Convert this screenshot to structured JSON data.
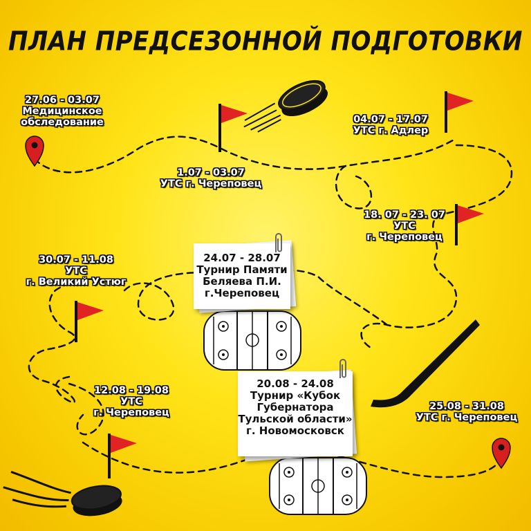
{
  "title": "ПЛАН ПРЕДСЕЗОННОЙ ПОДГОТОВКИ",
  "colors": {
    "background": "#ffe419",
    "flag": "#e02323",
    "pin": "#d81f1f",
    "ink": "#111111"
  },
  "stops": [
    {
      "lines": [
        "27.06 - 03.07",
        "Медицинское",
        "обследование"
      ]
    },
    {
      "lines": [
        "1.07 - 03.07",
        "УТС г. Череповец"
      ]
    },
    {
      "lines": [
        "04.07 - 17.07",
        "УТС г. Адлер"
      ]
    },
    {
      "lines": [
        "18. 07 - 23. 07",
        "УТС",
        "г. Череповец"
      ]
    },
    {
      "lines": [
        "24.07 - 28.07",
        "Турнир Памяти",
        "Беляева П.И.",
        "г.Череповец"
      ]
    },
    {
      "lines": [
        "30.07 - 11.08",
        "УТС",
        "г. Великий Устюг"
      ]
    },
    {
      "lines": [
        "12.08 - 19.08",
        "УТС",
        "г. Череповец"
      ]
    },
    {
      "lines": [
        "20.08 - 24.08",
        "Турнир «Кубок",
        "Губернатора",
        "Тульской области»",
        "г. Новомосковск"
      ]
    },
    {
      "lines": [
        "25.08 - 31.08",
        "УТС г. Череповец"
      ]
    }
  ],
  "icons": [
    "map-pin-icon",
    "flag-icon",
    "hockey-puck-icon",
    "hockey-stick-icon",
    "hockey-rink-icon",
    "paperclip-icon"
  ]
}
